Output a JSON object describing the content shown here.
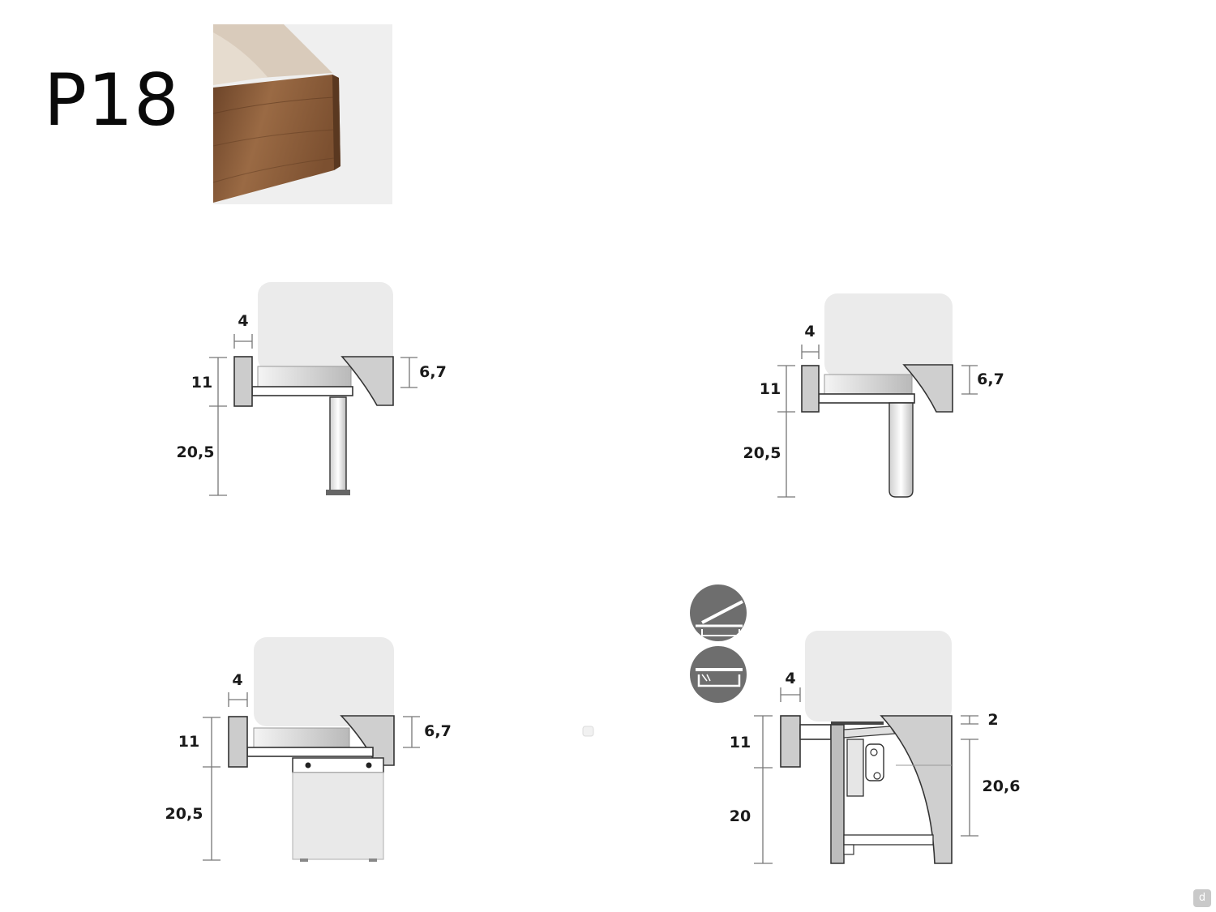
{
  "header": {
    "model_code": "P18"
  },
  "variants": [
    {
      "id": "metal-leg",
      "dims": {
        "width": "4",
        "frame_height": "11",
        "base_height": "20,5",
        "rail_height": "6,7"
      }
    },
    {
      "id": "rounded-leg",
      "dims": {
        "width": "4",
        "frame_height": "11",
        "base_height": "20,5",
        "rail_height": "6,7"
      }
    },
    {
      "id": "block-base",
      "dims": {
        "width": "4",
        "frame_height": "11",
        "base_height": "20,5",
        "rail_height": "6,7"
      }
    },
    {
      "id": "storage-lift",
      "dims": {
        "width": "4",
        "frame_height": "11",
        "base_height": "20",
        "gap": "2",
        "storage_height": "20,6"
      }
    }
  ],
  "badges": [
    {
      "icon": "lift-up-bed-icon"
    },
    {
      "icon": "storage-container-icon"
    }
  ],
  "colors": {
    "ink": "#1a1a1a",
    "line": "#777777",
    "mattress": "#ebebeb",
    "panel": "#cfcfcf",
    "wood": "#8a5a38"
  }
}
